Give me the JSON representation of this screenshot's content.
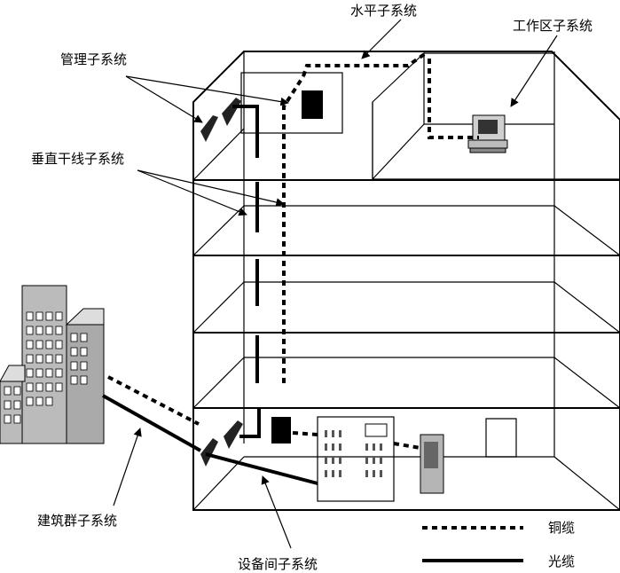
{
  "labels": {
    "horizontal": "水平子系统",
    "work_area": "工作区子系统",
    "admin": "管理子系统",
    "backbone": "垂直干线子系统",
    "campus": "建筑群子系统",
    "equipment_room": "设备间子系统"
  },
  "legend": {
    "copper": "铜缆",
    "fiber": "光缆"
  }
}
